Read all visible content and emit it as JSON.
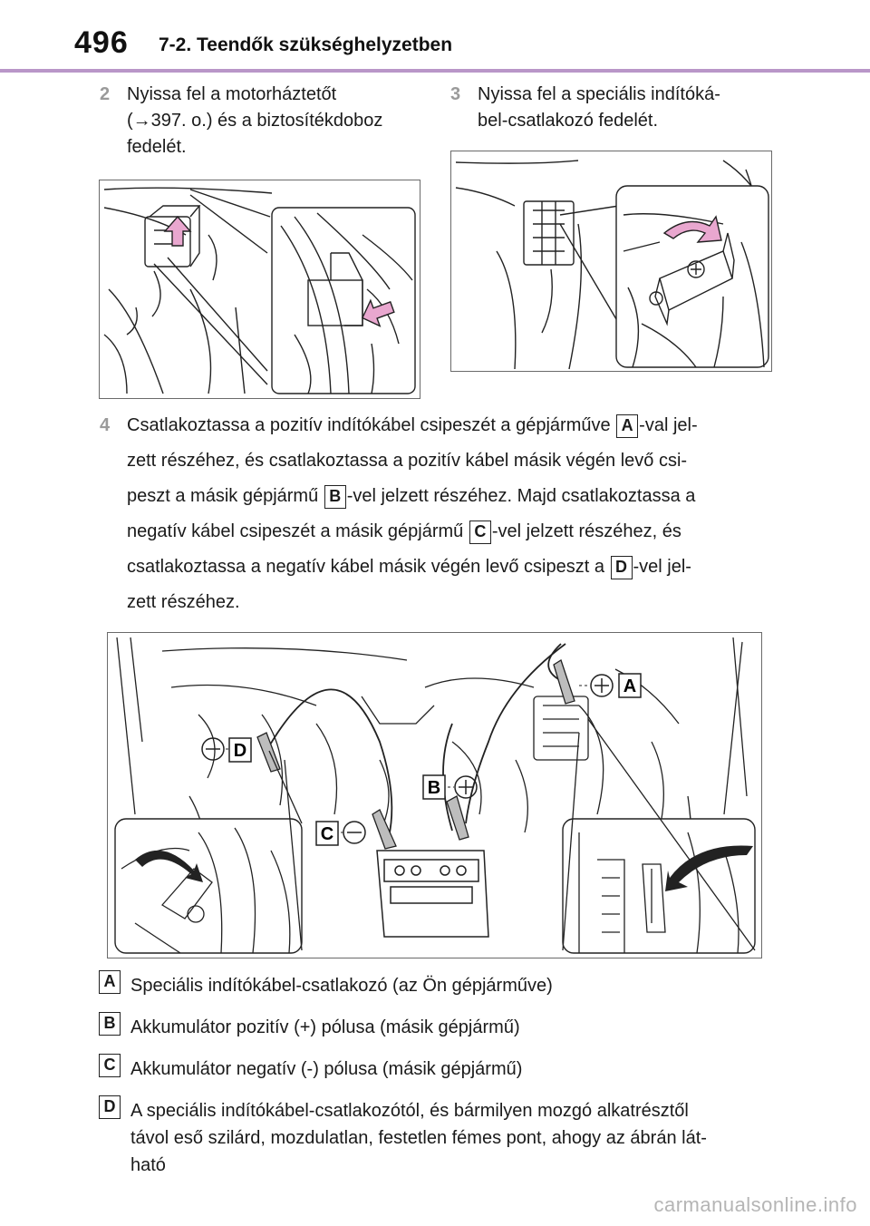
{
  "header": {
    "page_number": "496",
    "section_title": "7-2. Teendők szükséghelyzetben"
  },
  "step2": {
    "number": "2",
    "lines": [
      "Nyissa fel a motorháztetőt",
      "(→397. o.) és a biztosítékdoboz",
      "fedelét."
    ]
  },
  "step3": {
    "number": "3",
    "lines": [
      "Nyissa fel a speciális indítóká-",
      "bel-csatlakozó fedelét."
    ]
  },
  "step4": {
    "number": "4",
    "line1_a": "Csatlakoztassa a pozitív indítókábel csipeszét a gépjárműve ",
    "line1_tag": "A",
    "line1_b": "-val jel-",
    "line2": "zett részéhez, és csatlakoztassa a pozitív kábel másik végén levő csi-",
    "line3_a": "peszt a másik gépjármű ",
    "line3_tag": "B",
    "line3_b": "-vel jelzett részéhez. Majd csatlakoztassa a",
    "line4_a": "negatív kábel csipeszét a másik gépjármű ",
    "line4_tag": "C",
    "line4_b": "-vel jelzett részéhez, és",
    "line5_a": "csatlakoztassa a negatív kábel másik végén levő csipeszt a ",
    "line5_tag": "D",
    "line5_b": "-vel jel-",
    "line6": "zett részéhez."
  },
  "figure_labels": {
    "a": "A",
    "b": "B",
    "c": "C",
    "d": "D"
  },
  "legend": [
    {
      "tag": "A",
      "lines": [
        "Speciális indítókábel-csatlakozó (az Ön gépjárműve)"
      ]
    },
    {
      "tag": "B",
      "lines": [
        "Akkumulátor pozitív (+) pólusa (másik gépjármű)"
      ]
    },
    {
      "tag": "C",
      "lines": [
        "Akkumulátor negatív (-) pólusa (másik gépjármű)"
      ]
    },
    {
      "tag": "D",
      "lines": [
        "A speciális indítókábel-csatlakozótól, és bármilyen mozgó alkatrésztől",
        "távol eső szilárd, mozdulatlan, festetlen fémes pont, ahogy az ábrán lát-",
        "ható"
      ]
    }
  ],
  "watermark": "carmanualsonline.info",
  "colors": {
    "header_rule": "#b996c8",
    "arrow_fill": "#e9a7cf",
    "step_number": "#9a9a9a"
  }
}
